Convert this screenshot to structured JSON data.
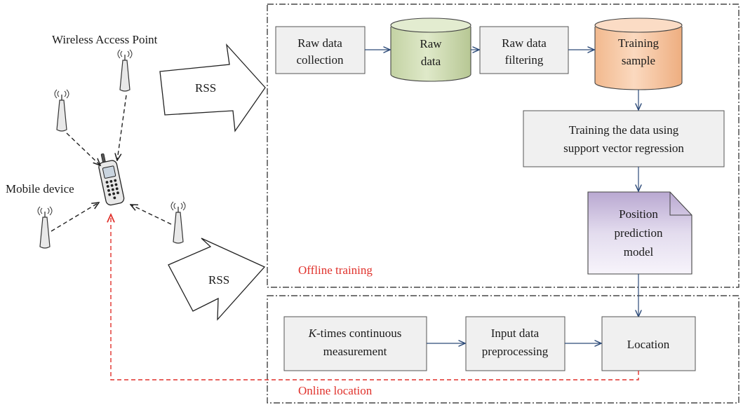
{
  "colors": {
    "raw_data_cylinder": "#d9e4c2",
    "training_sample_cylinder": "#f8cfae",
    "model_document": "#e3dcee",
    "process_box": "#f0f0f0",
    "flow_arrow": "#2c4a78",
    "feedback_arrow": "#e0312b",
    "section_label": "#e0312b"
  },
  "left": {
    "access_point_label": "Wireless Access Point",
    "mobile_device_label": "Mobile device",
    "rss_top": "RSS",
    "rss_bottom": "RSS",
    "icons": [
      "antenna-icon",
      "mobile-phone-icon"
    ]
  },
  "offline": {
    "section_label": "Offline training",
    "raw_collection": [
      "Raw data",
      "collection"
    ],
    "raw_data": [
      "Raw",
      "data"
    ],
    "raw_filtering": [
      "Raw data",
      "filtering"
    ],
    "training_sample": [
      "Training",
      "sample"
    ],
    "train_svr": [
      "Training the data using",
      "support vector regression"
    ],
    "model": [
      "Position",
      "prediction",
      "model"
    ]
  },
  "online": {
    "section_label": "Online location",
    "k_measure_var": "K",
    "k_measure_rest": "-times continuous",
    "k_measure_line2": "measurement",
    "input_pre": [
      "Input data",
      "preprocessing"
    ],
    "location": "Location"
  }
}
